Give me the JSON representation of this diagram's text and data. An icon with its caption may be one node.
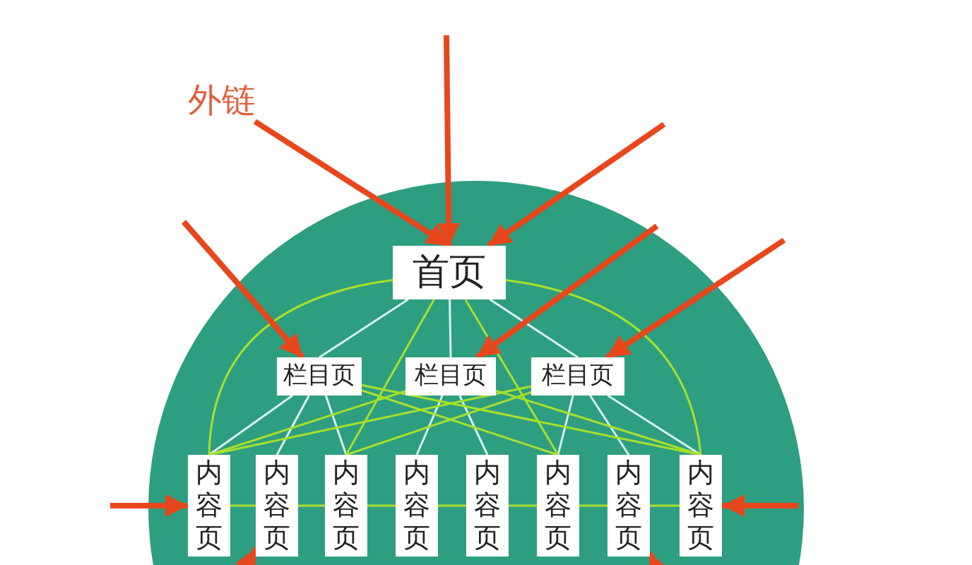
{
  "diagram": {
    "nodes": [
      {
        "text": [],
        "shape": "circle"
      },
      {
        "text": [
          "首页"
        ],
        "in": 0
      },
      {
        "text": [
          "栏目页"
        ],
        "in": 0
      },
      {
        "text": [
          "栏目页"
        ],
        "in": 0
      },
      {
        "text": [
          "栏目页"
        ],
        "in": 0
      },
      {
        "text": [
          "内容页"
        ],
        "in": 0
      },
      {
        "text": [
          "内容页"
        ],
        "in": 0
      },
      {
        "text": [
          "内容页"
        ],
        "in": 0
      },
      {
        "text": [
          "内容页"
        ],
        "in": 0
      },
      {
        "text": [
          "内容页"
        ],
        "in": 0
      },
      {
        "text": [
          "内容页"
        ],
        "in": 0
      },
      {
        "text": [
          "内容页"
        ],
        "in": 0
      },
      {
        "text": [
          "内容页"
        ],
        "in": 0
      },
      {
        "text": [
          "外链"
        ]
      }
    ],
    "edges": [
      {
        "from": 1,
        "to": 2,
        "arrow": "none",
        "color": "#d8f2ee"
      },
      {
        "from": 1,
        "to": 3,
        "arrow": "none",
        "color": "#d8f2ee"
      },
      {
        "from": 1,
        "to": 4,
        "arrow": "none",
        "color": "#d8f2ee"
      },
      {
        "from": 2,
        "to": 5,
        "arrow": "none",
        "color": "#d8f2ee"
      },
      {
        "from": 2,
        "to": 6,
        "arrow": "none",
        "color": "#d8f2ee"
      },
      {
        "from": 2,
        "to": 7,
        "arrow": "none",
        "color": "#d8f2ee"
      },
      {
        "from": 3,
        "to": 8,
        "arrow": "none",
        "color": "#d8f2ee"
      },
      {
        "from": 3,
        "to": 9,
        "arrow": "none",
        "color": "#d8f2ee"
      },
      {
        "from": 4,
        "to": 10,
        "arrow": "none",
        "color": "#d8f2ee"
      },
      {
        "from": 4,
        "to": 11,
        "arrow": "none",
        "color": "#d8f2ee"
      },
      {
        "from": 4,
        "to": 12,
        "arrow": "none",
        "color": "#d8f2ee"
      },
      {
        "from": 1,
        "to": 5,
        "arrow": "none"
      },
      {
        "from": 1,
        "to": 12,
        "arrow": "none"
      },
      {
        "from": 1,
        "to": 7,
        "arrow": "none"
      },
      {
        "from": 1,
        "to": 10,
        "arrow": "none"
      },
      {
        "from": 2,
        "to": 10,
        "arrow": "none"
      },
      {
        "from": 2,
        "to": 12,
        "arrow": "none"
      },
      {
        "from": 3,
        "to": 5,
        "arrow": "none"
      },
      {
        "from": 3,
        "to": 12,
        "arrow": "none"
      },
      {
        "from": 4,
        "to": 5,
        "arrow": "none"
      },
      {
        "from": 4,
        "to": 7,
        "arrow": "none"
      },
      {
        "from": 5,
        "to": 6,
        "arrow": "none"
      },
      {
        "from": 6,
        "to": 7,
        "arrow": "none"
      },
      {
        "from": 7,
        "to": 8,
        "arrow": "none"
      },
      {
        "from": 8,
        "to": 9,
        "arrow": "none"
      },
      {
        "from": 9,
        "to": 10,
        "arrow": "none"
      },
      {
        "from": 10,
        "to": 11,
        "arrow": "none"
      },
      {
        "from": 11,
        "to": 12,
        "arrow": "none"
      },
      {
        "from": null,
        "to": 1,
        "arrow": "to",
        "style": "thick",
        "color": "#e8471c"
      },
      {
        "from": 13,
        "to": 1,
        "arrow": "to",
        "style": "thick",
        "color": "#e8471c"
      },
      {
        "from": null,
        "to": 1,
        "arrow": "to",
        "style": "thick",
        "color": "#e8471c"
      },
      {
        "from": null,
        "to": 2,
        "arrow": "to",
        "style": "thick",
        "color": "#e8471c"
      },
      {
        "from": null,
        "to": 3,
        "arrow": "to",
        "style": "thick",
        "color": "#e8471c"
      },
      {
        "from": null,
        "to": 4,
        "arrow": "to",
        "style": "thick",
        "color": "#e8471c"
      },
      {
        "from": null,
        "to": 5,
        "arrow": "to",
        "style": "thick",
        "color": "#e8471c"
      },
      {
        "from": null,
        "to": 12,
        "arrow": "to",
        "style": "thick",
        "color": "#e8471c"
      },
      {
        "from": null,
        "to": 6,
        "arrow": "to",
        "style": "thick",
        "color": "#e8471c"
      },
      {
        "from": null,
        "to": 11,
        "arrow": "to",
        "style": "thick",
        "color": "#e8471c"
      }
    ]
  }
}
